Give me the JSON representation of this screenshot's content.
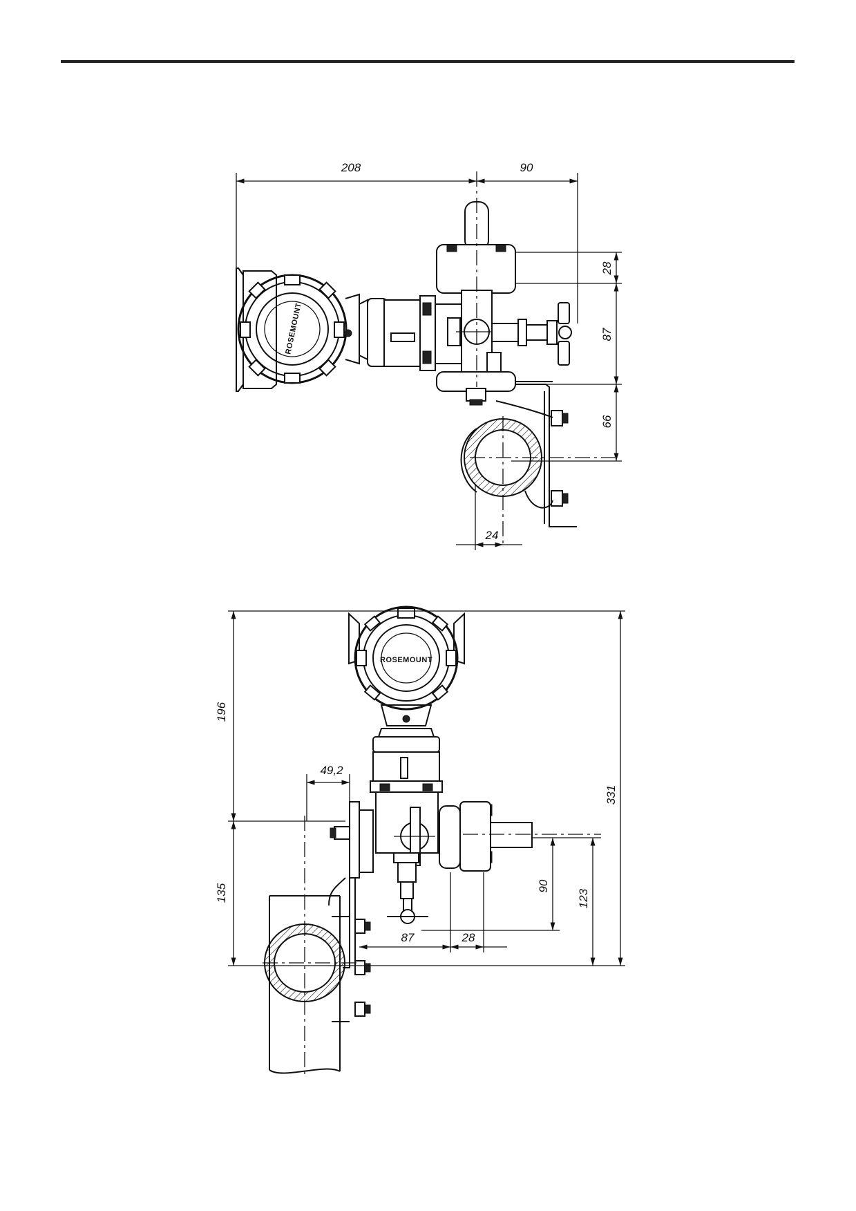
{
  "top_view": {
    "dimensions": {
      "overall_width": "208",
      "valve_offset": "90",
      "flange_height": "28",
      "manifold_height": "87",
      "bracket_to_pipe": "66",
      "pipe_offset": "24"
    },
    "logo": "ROSEMOUNT"
  },
  "front_view": {
    "dimensions": {
      "upper_height": "196",
      "overall_height": "331",
      "lower_height": "135",
      "pipe_to_bracket": "49,2",
      "handle_height": "90",
      "outlet_height": "123",
      "bracket_span": "87",
      "flange_width": "28"
    },
    "logo": "ROSEMOUNT"
  }
}
